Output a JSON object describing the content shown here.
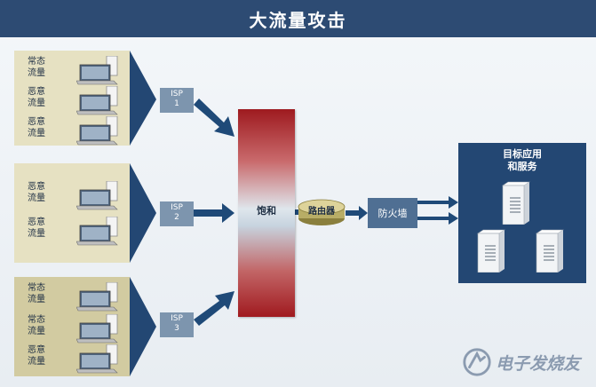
{
  "title": "大流量攻击",
  "groups": [
    {
      "entries": [
        {
          "label": "常态\n流量"
        },
        {
          "label": "恶意\n流量"
        },
        {
          "label": "恶意\n流量"
        }
      ]
    },
    {
      "entries": [
        {
          "label": "恶意\n流量"
        },
        {
          "label": "恶意\n流量"
        }
      ]
    },
    {
      "entries": [
        {
          "label": "常态\n流量"
        },
        {
          "label": "常态\n流量"
        },
        {
          "label": "恶意\n流量"
        }
      ]
    }
  ],
  "isps": [
    {
      "label": "ISP\n1"
    },
    {
      "label": "ISP\n2"
    },
    {
      "label": "ISP\n3"
    }
  ],
  "saturation_label": "饱和",
  "router_label": "路由器",
  "firewall_label": "防火墙",
  "target_label": "目标应用\n和服务",
  "watermark": "电子发烧友",
  "colors": {
    "header": "#2d4b73",
    "group_light": "#e6e1c2",
    "group_dark": "#d2cba1",
    "funnel": "#234773",
    "isp": "#7d95ae",
    "arrow": "#1f4a78",
    "firewall": "#4f6f93",
    "target_box": "#234773"
  }
}
